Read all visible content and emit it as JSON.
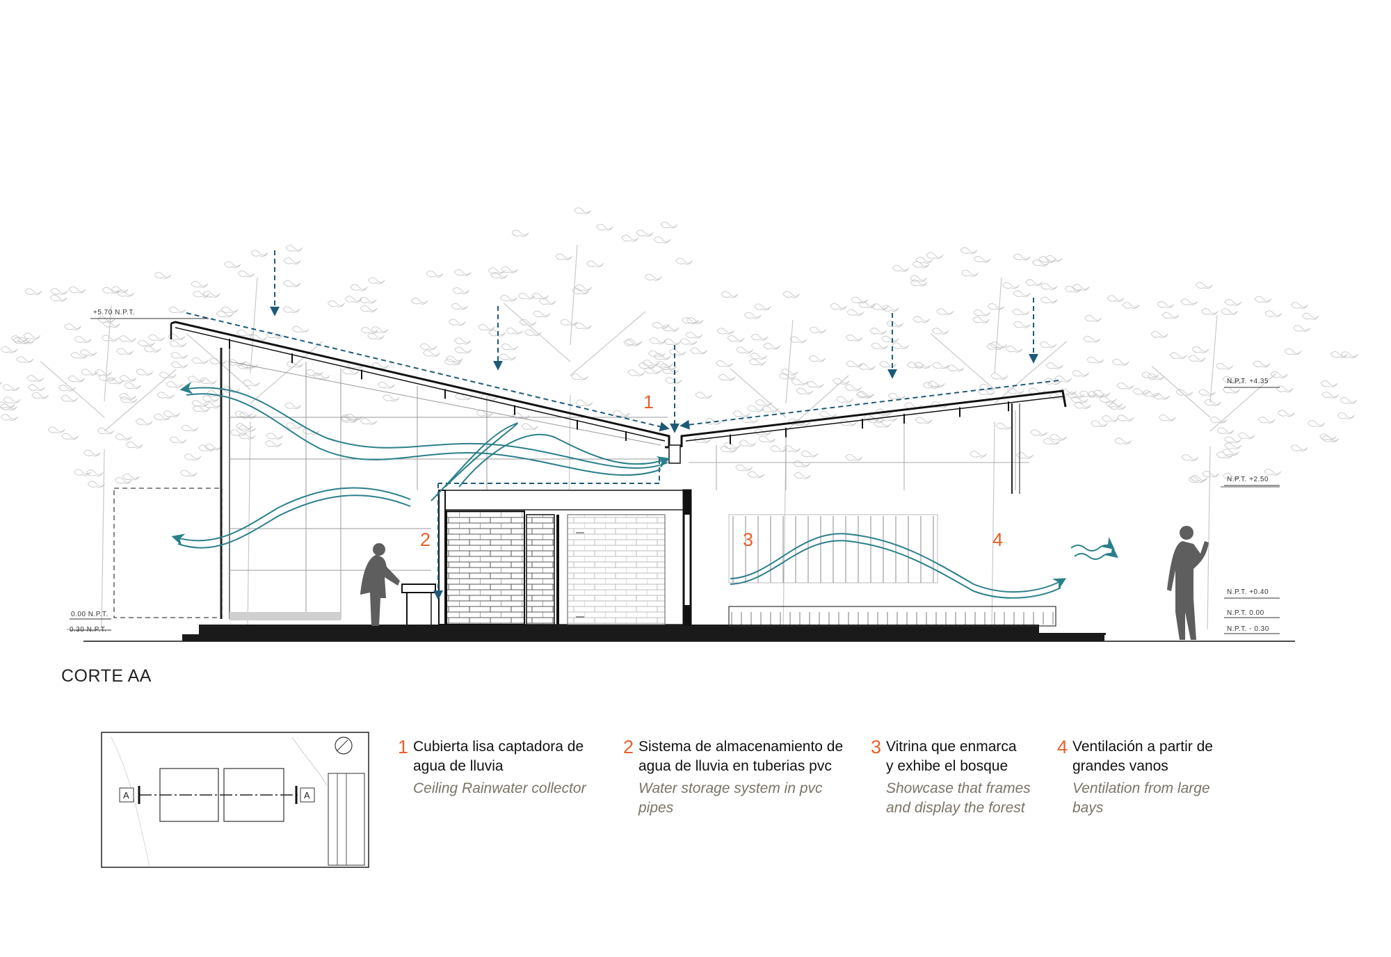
{
  "drawing": {
    "title": "CORTE AA",
    "levels": {
      "left_top": "+5.70  N.P.T.",
      "left_zero": "0.00  N.P.T.",
      "left_minus": "-0.30  N.P.T.",
      "right_435": "N.P.T. +4.35",
      "right_250": "N.P.T. +2.50",
      "right_040": "N.P.T. +0.40",
      "right_000": "N.P.T. 0.00",
      "right_minus": "N.P.T. - 0.30"
    },
    "markers": [
      "1",
      "2",
      "3",
      "4"
    ]
  },
  "keyplan": {
    "section_mark": "A"
  },
  "legend": [
    {
      "number": "1",
      "es": "Cubierta lisa captadora de\nagua de lluvia",
      "en": "Ceiling Rainwater collector"
    },
    {
      "number": "2",
      "es": "Sistema de almacenamiento de\nagua de lluvia en tuberias pvc",
      "en": "Water storage system in pvc\n pipes"
    },
    {
      "number": "3",
      "es": "Vitrina que enmarca\n y exhibe el bosque",
      "en": "Showcase that frames\nand display the forest"
    },
    {
      "number": "4",
      "es": "Ventilación a partir de\ngrandes vanos",
      "en": "Ventilation from large\nbays"
    }
  ],
  "colors": {
    "accent": "#e8602a",
    "flow": "#2a7f8a",
    "rain": "#1d5a78",
    "ink": "#1a1a1a",
    "english": "#7a7466"
  }
}
